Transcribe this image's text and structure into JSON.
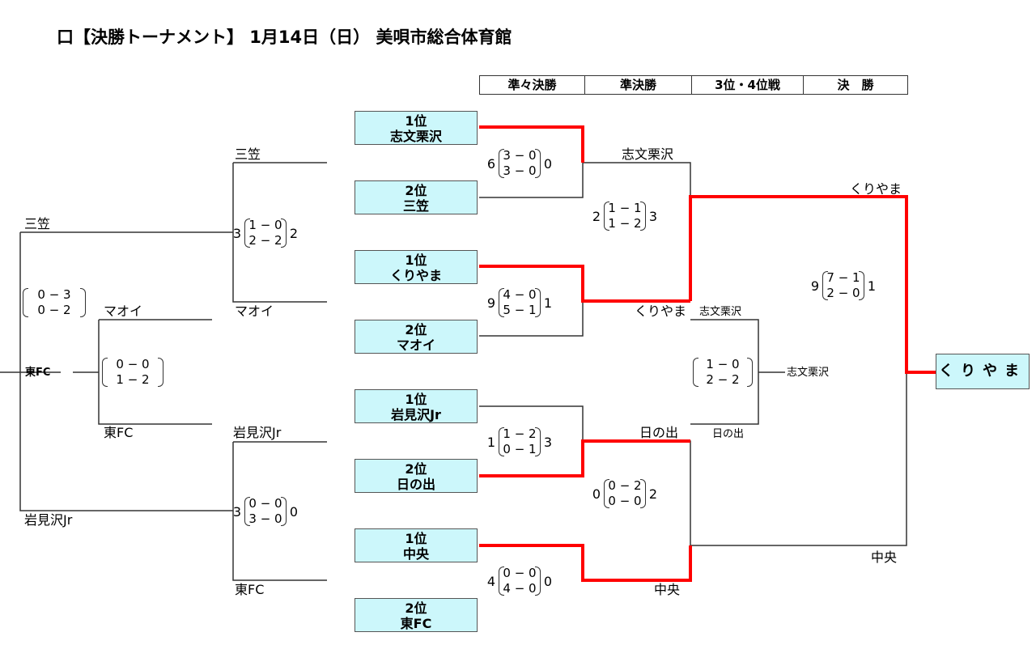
{
  "title": "口【決勝トーナメント】 1月14日（日） 美唄市総合体育館",
  "rounds": [
    "準々決勝",
    "準決勝",
    "3位・4位戦",
    "決　勝"
  ],
  "seeds": [
    {
      "rank": "1位",
      "name": "志文栗沢"
    },
    {
      "rank": "2位",
      "name": "三笠"
    },
    {
      "rank": "1位",
      "name": "くりやま"
    },
    {
      "rank": "2位",
      "name": "マオイ"
    },
    {
      "rank": "1位",
      "name": "岩見沢Jr"
    },
    {
      "rank": "2位",
      "name": "日の出"
    },
    {
      "rank": "1位",
      "name": "中央"
    },
    {
      "rank": "2位",
      "name": "東FC"
    }
  ],
  "champion": "くりやま",
  "labels": {
    "mikasa_top": "三笠",
    "mikasa_left": "三笠",
    "maoi_mid": "マオイ",
    "maoi_left": "マオイ",
    "higashi_left": "東FC",
    "higashi_bottom": "東FC",
    "higashi_mid": "東FC",
    "iwami_mid": "岩見沢Jr",
    "iwami_left": "岩見沢Jr",
    "sf1": "志文栗沢",
    "sf2": "くりやま",
    "sf3": "日の出",
    "sf4": "中央",
    "final_top": "くりやま",
    "final_bottom": "中央",
    "third_top": "志文栗沢",
    "third_bottom": "日の出",
    "third_winner": "志文栗沢"
  },
  "scores": {
    "qf1": {
      "left": "6",
      "g1": "3 − 0",
      "g2": "3 − 0",
      "right": "0"
    },
    "qf2": {
      "left": "9",
      "g1": "4 − 0",
      "g2": "5 − 1",
      "right": "1"
    },
    "qf3": {
      "left": "1",
      "g1": "1 − 2",
      "g2": "0 − 1",
      "right": "3"
    },
    "qf4": {
      "left": "4",
      "g1": "0 − 0",
      "g2": "4 − 0",
      "right": "0"
    },
    "sf1": {
      "left": "2",
      "g1": "1 − 1",
      "g2": "1 − 2",
      "right": "3"
    },
    "sf2": {
      "left": "0",
      "g1": "0 − 2",
      "g2": "0 − 0",
      "right": "2"
    },
    "final": {
      "left": "9",
      "g1": "7 − 1",
      "g2": "2 − 0",
      "right": "1"
    },
    "third": {
      "g1": "1 − 0",
      "g2": "2 − 2"
    },
    "pre_a": {
      "left": "3",
      "g1": "1 − 0",
      "g2": "2 − 2",
      "right": "2"
    },
    "pre_b": {
      "left": "3",
      "g1": "0 − 0",
      "g2": "3 − 0",
      "right": "0"
    },
    "pre_c": {
      "g1": "0 − 0",
      "g2": "1 − 2"
    },
    "pre_d": {
      "g1": "0 − 3",
      "g2": "0 − 2"
    }
  },
  "colors": {
    "winner_line": "#ff0000",
    "line": "#333333",
    "seed_bg": "#ccf7fb"
  }
}
